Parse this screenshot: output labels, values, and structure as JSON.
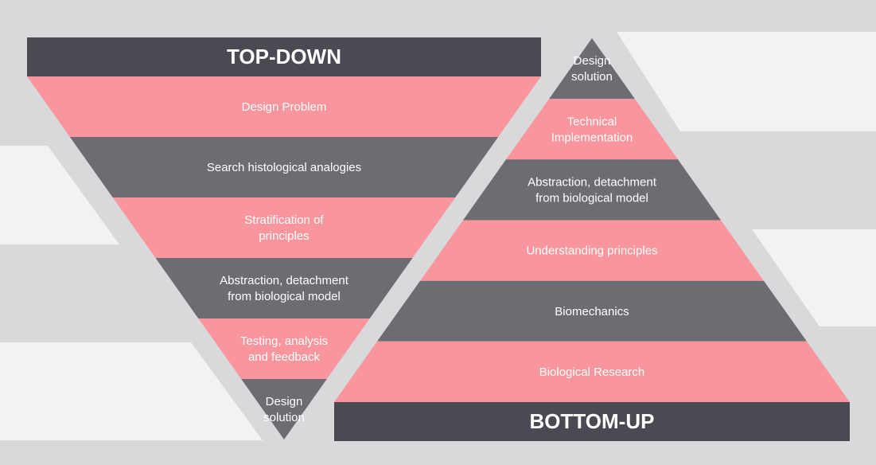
{
  "colors": {
    "background": "#d9d9db",
    "decor": "#f2f2f2",
    "pink": "#f9969d",
    "gray": "#6c6c73",
    "dark": "#4a4a52",
    "text": "#ffffff"
  },
  "top_down": {
    "title": "TOP-DOWN",
    "bands": [
      {
        "label": [
          "Design Problem"
        ],
        "tone": "pink"
      },
      {
        "label": [
          "Search histological analogies"
        ],
        "tone": "gray"
      },
      {
        "label": [
          "Stratification of",
          "principles"
        ],
        "tone": "pink"
      },
      {
        "label": [
          "Abstraction, detachment",
          "from biological model"
        ],
        "tone": "gray"
      },
      {
        "label": [
          "Testing, analysis",
          "and feedback"
        ],
        "tone": "pink"
      },
      {
        "label": [
          "Design",
          "solution"
        ],
        "tone": "gray"
      }
    ]
  },
  "bottom_up": {
    "title": "BOTTOM-UP",
    "bands": [
      {
        "label": [
          "Design",
          "solution"
        ],
        "tone": "gray"
      },
      {
        "label": [
          "Technical",
          "Implementation"
        ],
        "tone": "pink"
      },
      {
        "label": [
          "Abstraction, detachment",
          "from biological model"
        ],
        "tone": "gray"
      },
      {
        "label": [
          "Understanding principles"
        ],
        "tone": "pink"
      },
      {
        "label": [
          "Biomechanics"
        ],
        "tone": "gray"
      },
      {
        "label": [
          "Biological Research"
        ],
        "tone": "pink"
      }
    ]
  }
}
